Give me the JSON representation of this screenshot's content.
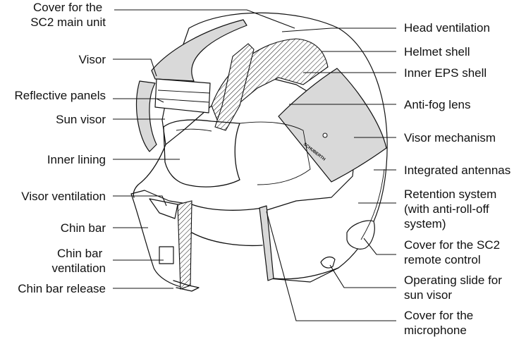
{
  "diagram": {
    "left_labels": [
      {
        "id": "cover-sc2-main-unit",
        "lines": [
          "Cover for the",
          "SC2  main unit"
        ]
      },
      {
        "id": "visor",
        "lines": [
          "Visor"
        ]
      },
      {
        "id": "reflective-panels",
        "lines": [
          "Reflective panels"
        ]
      },
      {
        "id": "sun-visor",
        "lines": [
          "Sun visor"
        ]
      },
      {
        "id": "inner-lining",
        "lines": [
          "Inner lining"
        ]
      },
      {
        "id": "visor-ventilation",
        "lines": [
          "Visor ventilation"
        ]
      },
      {
        "id": "chin-bar",
        "lines": [
          "Chin bar"
        ]
      },
      {
        "id": "chin-bar-ventilation",
        "lines": [
          "Chin bar",
          "ventilation"
        ]
      },
      {
        "id": "chin-bar-release",
        "lines": [
          "Chin bar release"
        ]
      }
    ],
    "right_labels": [
      {
        "id": "head-ventilation",
        "lines": [
          "Head ventilation"
        ]
      },
      {
        "id": "helmet-shell",
        "lines": [
          "Helmet shell"
        ]
      },
      {
        "id": "inner-eps-shell",
        "lines": [
          "Inner EPS shell"
        ]
      },
      {
        "id": "anti-fog-lens",
        "lines": [
          "Anti-fog lens"
        ]
      },
      {
        "id": "visor-mechanism",
        "lines": [
          "Visor mechanism"
        ]
      },
      {
        "id": "integrated-antennas",
        "lines": [
          "Integrated antennas"
        ]
      },
      {
        "id": "retention-system",
        "lines": [
          "Retention system",
          "(with anti-roll-off",
          "system)"
        ]
      },
      {
        "id": "cover-sc2-remote-control",
        "lines": [
          "Cover for the SC2",
          "remote control"
        ]
      },
      {
        "id": "operating-slide-sun-visor",
        "lines": [
          "Operating slide for",
          "sun visor"
        ]
      },
      {
        "id": "cover-microphone",
        "lines": [
          "Cover for the",
          "microphone"
        ]
      }
    ],
    "lens_printed_text": "SCHUBERTH"
  }
}
